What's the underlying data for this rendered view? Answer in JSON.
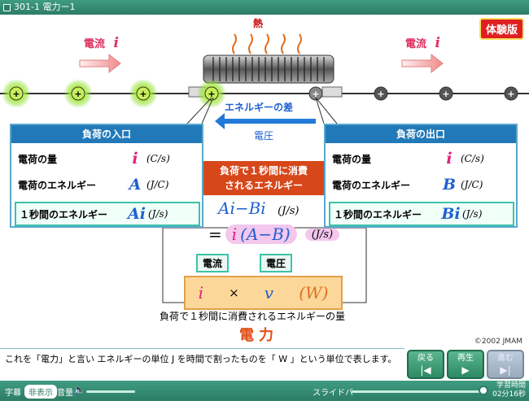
{
  "window": {
    "title": "301-1 電力ー1"
  },
  "badge": {
    "trial": "体験版"
  },
  "scene": {
    "heat": "熱",
    "current_left": "電流",
    "current_right": "電流",
    "current_sym": "i",
    "energy_diff": "エネルギーの差",
    "voltage": "電圧",
    "plus": "+"
  },
  "inlet": {
    "title": "負荷の入口",
    "rows": [
      {
        "label": "電荷の量",
        "sym": "i",
        "unit": "(C/s)"
      },
      {
        "label": "電荷のエネルギー",
        "sym": "A",
        "unit": "(J/C)"
      },
      {
        "label": "１秒間のエネルギー",
        "sym": "Ai",
        "unit": "(J/s)"
      }
    ]
  },
  "outlet": {
    "title": "負荷の出口",
    "rows": [
      {
        "label": "電荷の量",
        "sym": "i",
        "unit": "(C/s)"
      },
      {
        "label": "電荷のエネルギー",
        "sym": "B",
        "unit": "(J/C)"
      },
      {
        "label": "１秒間のエネルギー",
        "sym": "Bi",
        "unit": "(J/s)"
      }
    ]
  },
  "center": {
    "line1": "負荷で１秒間に消費",
    "line2": "されるエネルギー",
    "eq1": "Ai−Bi",
    "eq1_unit": "(J/s)",
    "eq2_eq": "=",
    "eq2_i": "i",
    "eq2_paren": "(A−B)",
    "eq2_unit": "(J/s)",
    "tag_current": "電流",
    "tag_voltage": "電圧",
    "f_i": "i",
    "f_times": "×",
    "f_v": "v",
    "f_unit": "(W)",
    "desc": "負荷で１秒間に消費されるエネルギーの量",
    "power": "電力"
  },
  "copyright": "©2002 JMAM",
  "subtitle": "これを「電力」と言い エネルギーの単位 J を時間で割ったものを「 W 」という単位で表します。",
  "controls": {
    "back": "戻る",
    "play": "再生",
    "next": "進む"
  },
  "bottom": {
    "caption": "字幕",
    "caption_toggle": "非表示",
    "volume": "音量",
    "slider": "スライドバー",
    "study_label": "学習時間",
    "study_time": "02分16秒"
  }
}
